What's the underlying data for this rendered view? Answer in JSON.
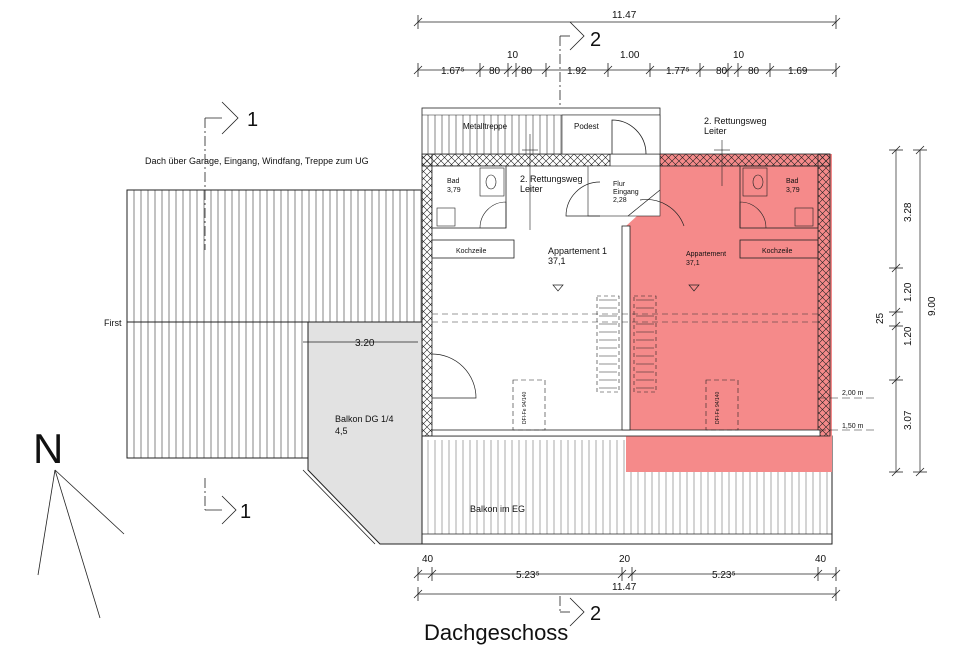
{
  "drawing": {
    "title": "Dachgeschoss",
    "north": "N",
    "roof_label": "Dach über Garage, Eingang, Windfang, Treppe zum UG",
    "ridge_label": "First",
    "section_1": "1",
    "section_2": "2"
  },
  "dimensions": {
    "top_total": "11.47",
    "top_segments": [
      "1.67⁵",
      "80",
      "80",
      "1.92",
      "1.00",
      "1.77⁵",
      "80",
      "80",
      "1.69"
    ],
    "top_walls": [
      "10",
      "10"
    ],
    "bottom_total": "11.47",
    "bottom_segments": [
      "5.23⁵",
      "5.23⁵"
    ],
    "bottom_walls": [
      "40",
      "20",
      "40"
    ],
    "right_total": "9.00",
    "right_segments": [
      "3.28",
      "1.20",
      "25",
      "1.20",
      "3.07"
    ],
    "balcony_width": "3.20",
    "height_2m": "2,00 m",
    "height_15m": "1,50 m"
  },
  "rooms": {
    "metal_stairs": "Metalltreppe",
    "landing": "Podest",
    "escape_left": "2. Rettungsweg",
    "escape_left_2": "Leiter",
    "escape_right": "2. Rettungsweg",
    "escape_right_2": "Leiter",
    "bath_left": "Bad",
    "bath_left_area": "3,79",
    "bath_right": "Bad",
    "bath_right_area": "3,79",
    "kitchen_left": "Kochzeile",
    "kitchen_right": "Kochzeile",
    "hall": "Flur",
    "hall_2": "Eingang",
    "hall_area": "2,28",
    "apt1": "Appartement 1",
    "apt1_area": "37,1",
    "apt2": "Appartement",
    "apt2_area": "37,1",
    "balcony_dg": "Balkon DG  1/4",
    "balcony_dg_area": "4,5",
    "balcony_eg": "Balkon im EG",
    "window_left": "DFI-Fe 94/140",
    "window_right": "DFI-Fe 94/140"
  },
  "colors": {
    "highlight": "#f58a8a",
    "balcony": "#e2e2e2",
    "line": "#222222"
  }
}
